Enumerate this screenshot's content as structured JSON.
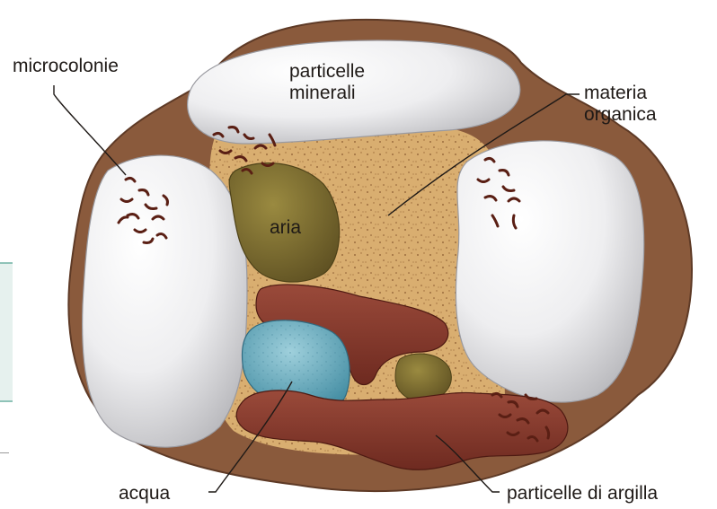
{
  "diagram": {
    "labels": {
      "microcolonie": "microcolonie",
      "particelle_minerali": [
        "particelle",
        "minerali"
      ],
      "materia_organica": [
        "materia",
        "organica"
      ],
      "aria": "aria",
      "acqua": "acqua",
      "particelle_di_argilla": "particelle di argilla"
    },
    "colors": {
      "outer_shell": "#8a5a3c",
      "organic_matter": "#d9ae70",
      "mineral_particle": "#e8e8ea",
      "air_pocket": "#7a6a2e",
      "water": "#6aaec0",
      "clay": "#8a3a2e",
      "microbes": "#5a1f14",
      "side_panel": "#e6f1ee"
    }
  }
}
